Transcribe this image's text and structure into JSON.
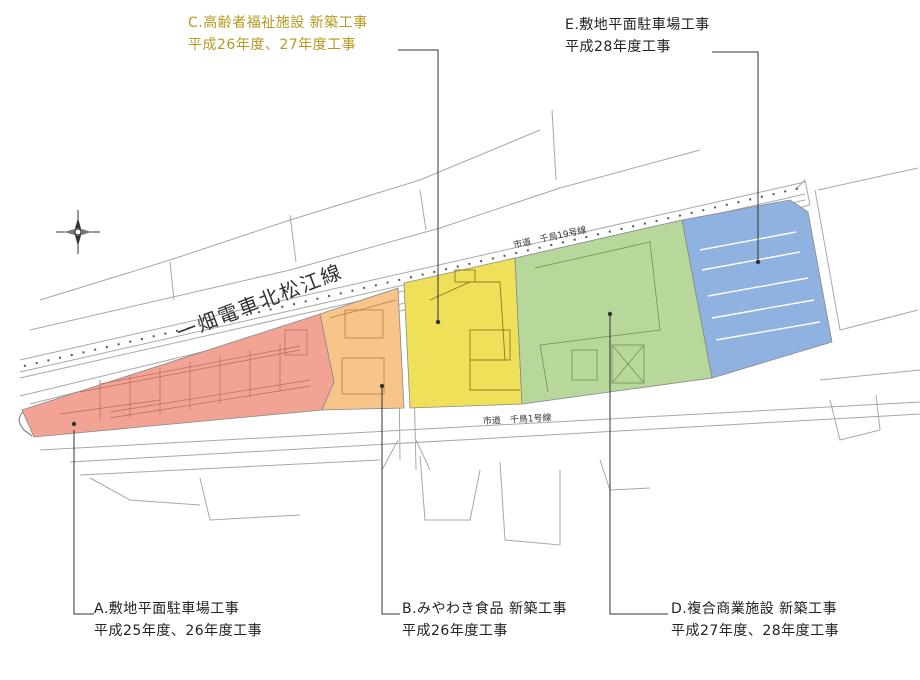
{
  "railway": {
    "name": "一畑電車北松江線"
  },
  "roads": [
    {
      "name": "市道　千鳥19号線"
    },
    {
      "name": "市道　千鳥1号線"
    }
  ],
  "zones": [
    {
      "id": "a",
      "title": "A.敷地平面駐車場工事",
      "period": "平成25年度、26年度工事",
      "color": "#f2a393"
    },
    {
      "id": "b",
      "title": "B.みやわき食品 新築工事",
      "period": "平成26年度工事",
      "color": "#f7c48a"
    },
    {
      "id": "c",
      "title": "C.高齢者福祉施設 新築工事",
      "period": "平成26年度、27年度工事",
      "color": "#efe05a"
    },
    {
      "id": "d",
      "title": "D.複合商業施設 新築工事",
      "period": "平成27年度、28年度工事",
      "color": "#b8d79a"
    },
    {
      "id": "e",
      "title": "E.敷地平面駐車場工事",
      "period": "平成28年度工事",
      "color": "#8fb2e0"
    }
  ],
  "colors": {
    "label_c": "#b59a1e",
    "leader": "#333333",
    "map_line": "#9a9a9a"
  },
  "icons": {
    "north_arrow": "compass-rose-icon"
  }
}
